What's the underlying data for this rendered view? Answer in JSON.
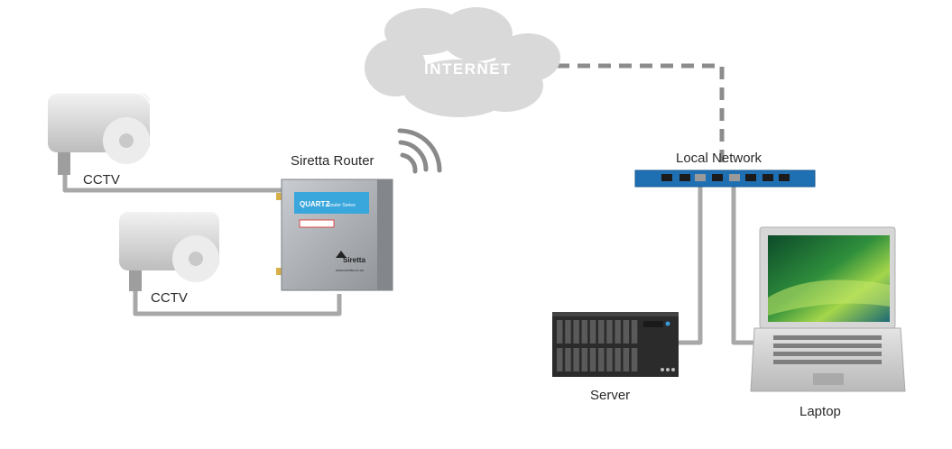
{
  "cloud": {
    "label": "INTERNET"
  },
  "router": {
    "title": "Siretta Router",
    "panel_brand": "QUARTZ",
    "panel_series": "Router Series",
    "panel_logo": "Siretta",
    "panel_url": "www.siretta.co.uk"
  },
  "cameras": [
    {
      "label": "CCTV"
    },
    {
      "label": "CCTV"
    }
  ],
  "switch": {
    "label": "Local Network"
  },
  "server": {
    "label": "Server"
  },
  "laptop": {
    "label": "Laptop"
  },
  "colors": {
    "cable": "#a8a8a8",
    "dashed_link": "#8c8c8c",
    "cloud": "#d9d9d9",
    "switch": "#1f6fb3",
    "router_panel": "#3aa7dc",
    "server_body": "#2b2b2b"
  },
  "icons": [
    "cctv-camera-icon",
    "cloud-icon",
    "wifi-signal-icon",
    "router-icon",
    "network-switch-icon",
    "server-icon",
    "laptop-icon"
  ]
}
